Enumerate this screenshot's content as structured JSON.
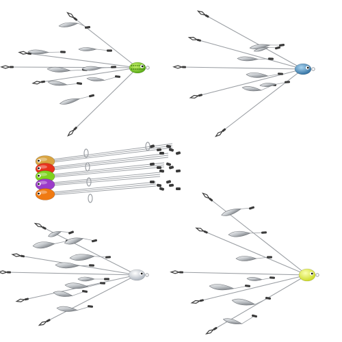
{
  "image": {
    "background": "#ffffff",
    "subject": "umbrella-rig-fishing-lures",
    "colors": {
      "wire": "#9a9ea3",
      "blade_light": "#e6e8ea",
      "blade_mid": "#b5b9bd",
      "blade_dark": "#6f7378",
      "swivel": "#3a3a3a",
      "head_green": "#7fd21e",
      "head_blue": "#4a8fc4",
      "head_silver": "#d8dde3",
      "head_yellow": "#e9f54a",
      "head_red": "#e8321c",
      "head_orange": "#f07a12",
      "head_purple": "#9b3bc9",
      "head_tan": "#d9a441"
    },
    "rigs": [
      {
        "id": "rig-top-left",
        "head": "green-speckled",
        "blades": 8
      },
      {
        "id": "rig-top-right",
        "head": "blue",
        "blades": 6
      },
      {
        "id": "rig-bottom-left",
        "head": "silver-shad",
        "blades": 9
      },
      {
        "id": "rig-bottom-right",
        "head": "chartreuse",
        "blades": 7
      }
    ],
    "bundle": {
      "id": "collapsed-rig-bundle",
      "heads": [
        "tan",
        "red",
        "green",
        "purple",
        "orange"
      ]
    }
  }
}
